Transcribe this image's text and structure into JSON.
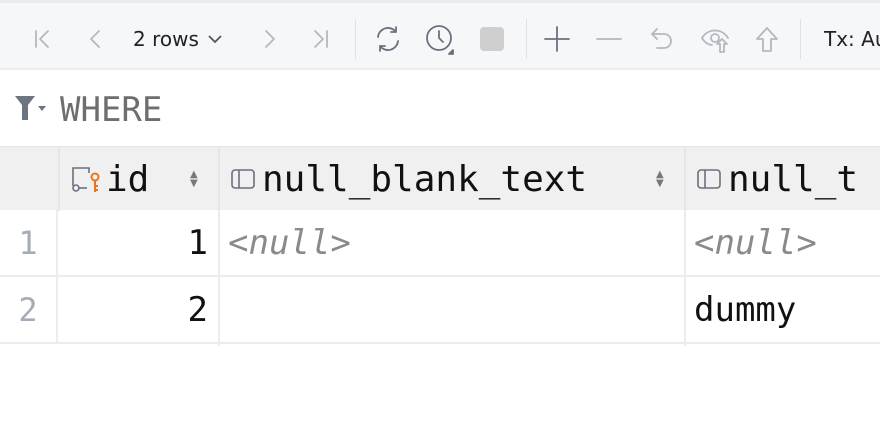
{
  "toolbar": {
    "rows_label": "2 rows",
    "tx_label": "Tx: Au"
  },
  "filter": {
    "where_label": "WHERE"
  },
  "columns": [
    {
      "name": "id",
      "icon": "primary-key-icon"
    },
    {
      "name": "null_blank_text",
      "icon": "column-icon"
    },
    {
      "name": "null_t",
      "icon": "column-icon"
    }
  ],
  "rows": [
    {
      "num": "1",
      "id": "1",
      "null_blank_text": "<null>",
      "null_t": "<null>"
    },
    {
      "num": "2",
      "id": "2",
      "null_blank_text": "",
      "null_t": "dummy"
    }
  ],
  "colors": {
    "key_icon": "#e8761e",
    "null_text": "#8a8a8a"
  }
}
